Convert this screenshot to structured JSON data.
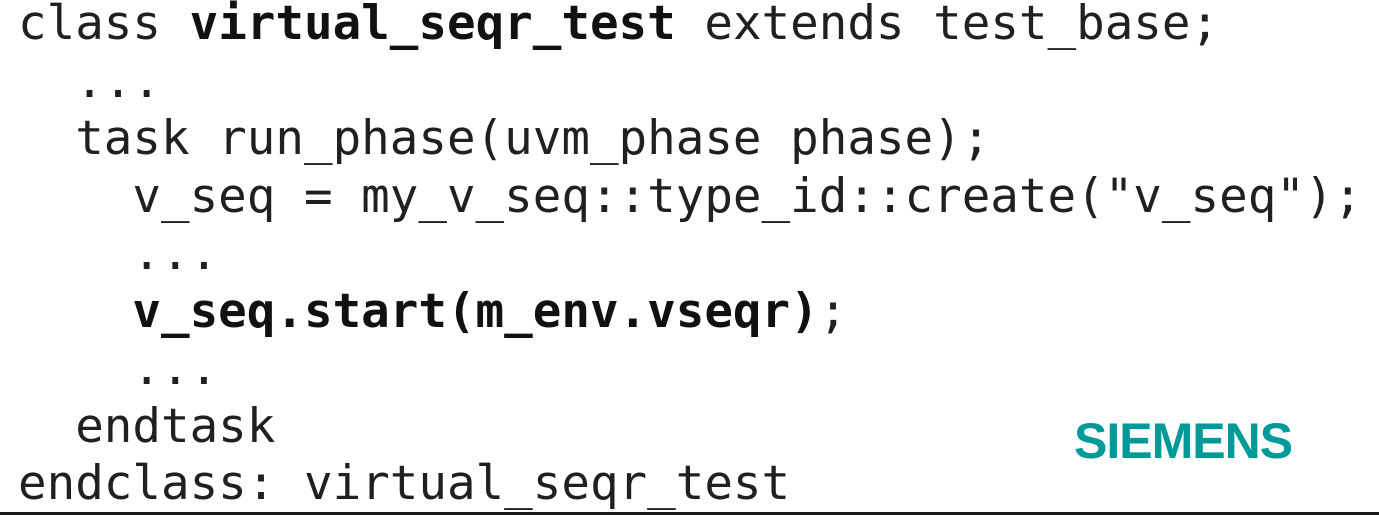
{
  "code": {
    "l1_a": "class ",
    "l1_b": "virtual_seqr_test",
    "l1_c": " extends test_base;",
    "l2": "  ...",
    "l3": "  task run_phase(uvm_phase phase);",
    "l4": "    v_seq = my_v_seq::type_id::create(\"v_seq\");",
    "l5": "    ...",
    "l6_indent": "    ",
    "l6_bold": "v_seq.start(m_env.vseqr)",
    "l6_end": ";",
    "l7": "    ...",
    "l8": "  endtask",
    "l9": "endclass: virtual_seqr_test"
  },
  "logo": {
    "text": "SIEMENS",
    "color": "#009999"
  }
}
